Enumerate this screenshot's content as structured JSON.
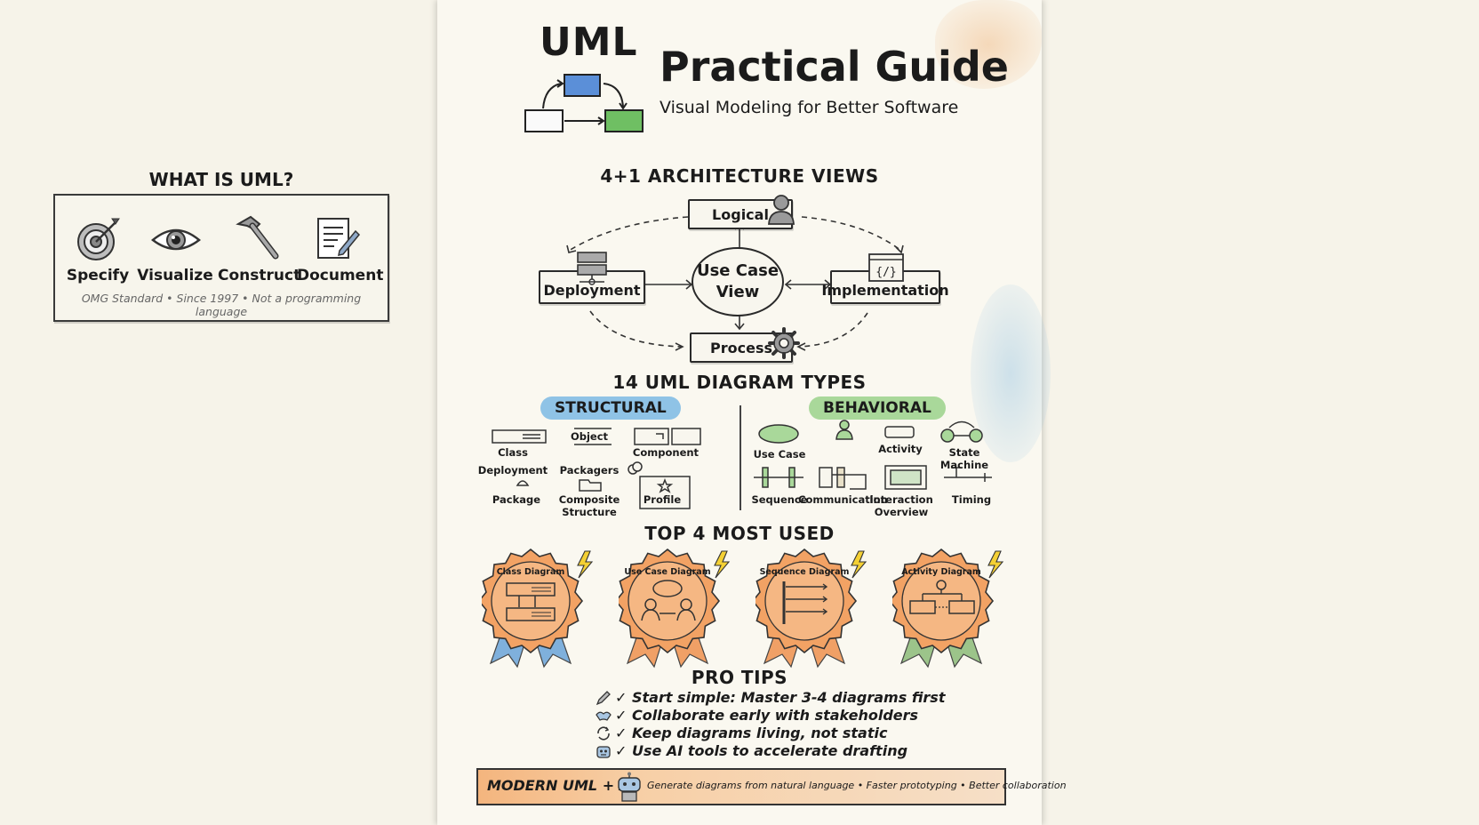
{
  "what_is_uml": {
    "title": "WHAT IS UML?",
    "items": [
      {
        "label": "Specify",
        "icon": "target-icon"
      },
      {
        "label": "Visualize",
        "icon": "eye-icon"
      },
      {
        "label": "Construct",
        "icon": "hammer-icon"
      },
      {
        "label": "Document",
        "icon": "document-icon"
      }
    ],
    "footer": "OMG Standard • Since 1997 • Not a programming language"
  },
  "header": {
    "logo_text": "UML",
    "title": "Practical Guide",
    "subtitle": "Visual Modeling for Better Software"
  },
  "architecture": {
    "title": "4+1 ARCHITECTURE VIEWS",
    "center": {
      "line1": "Use Case",
      "line2": "View"
    },
    "views": {
      "logical": "Logical",
      "deployment": "Deployment",
      "implementation": "Implementation",
      "process": "Process"
    }
  },
  "diagram_types": {
    "title": "14 UML DIAGRAM TYPES",
    "structural": {
      "label": "STRUCTURAL",
      "items": [
        "Class",
        "Object",
        "Component",
        "Deployment",
        "Packagers",
        "Package",
        "Composite Structure",
        "Profile"
      ]
    },
    "behavioral": {
      "label": "BEHAVIORAL",
      "items": [
        "Use Case",
        "Activity",
        "State Machine",
        "Sequence",
        "Communication",
        "Interaction Overview",
        "Timing"
      ]
    }
  },
  "top_used": {
    "title": "TOP 4 MOST USED",
    "badges": [
      {
        "label": "Class Diagram",
        "ribbon_color": "#7fb0dc"
      },
      {
        "label": "Use Case Diagram",
        "ribbon_color": "#f0a066"
      },
      {
        "label": "Sequence Diagram",
        "ribbon_color": "#f0a066"
      },
      {
        "label": "Activity Diagram",
        "ribbon_color": "#9cc48a"
      }
    ]
  },
  "pro_tips": {
    "title": "PRO TIPS",
    "tips": [
      {
        "text": "✓ Start simple: Master 3-4 diagrams first",
        "icon": "pencil-icon"
      },
      {
        "text": "✓ Collaborate early with stakeholders",
        "icon": "handshake-icon"
      },
      {
        "text": "✓ Keep diagrams living, not static",
        "icon": "refresh-icon"
      },
      {
        "text": "✓ Use AI tools to accelerate drafting",
        "icon": "robot-icon"
      }
    ]
  },
  "ai_banner": {
    "title": "MODERN UML + AI",
    "description": "Generate diagrams from natural language • Faster prototyping • Better collaboration"
  },
  "colors": {
    "structural_highlight": "#8fc3e6",
    "behavioral_highlight": "#a9d89a",
    "badge_orange": "#f2a264",
    "diagram_blue": "#5b8fd8",
    "diagram_green": "#6fbf63"
  }
}
